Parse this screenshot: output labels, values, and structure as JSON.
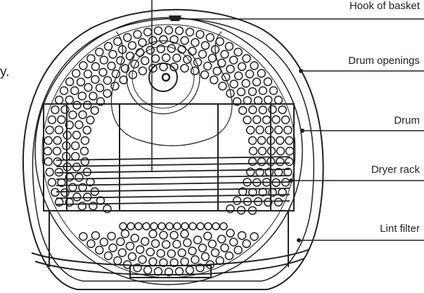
{
  "fragment_text": "y.",
  "labels": [
    {
      "id": "hook",
      "text": "Hook of basket"
    },
    {
      "id": "openings",
      "text": "Drum openings"
    },
    {
      "id": "drum",
      "text": "Drum"
    },
    {
      "id": "rack",
      "text": "Dryer rack"
    },
    {
      "id": "lint",
      "text": "Lint filter"
    }
  ],
  "colors": {
    "line": "#231f20",
    "background": "#ffffff"
  }
}
